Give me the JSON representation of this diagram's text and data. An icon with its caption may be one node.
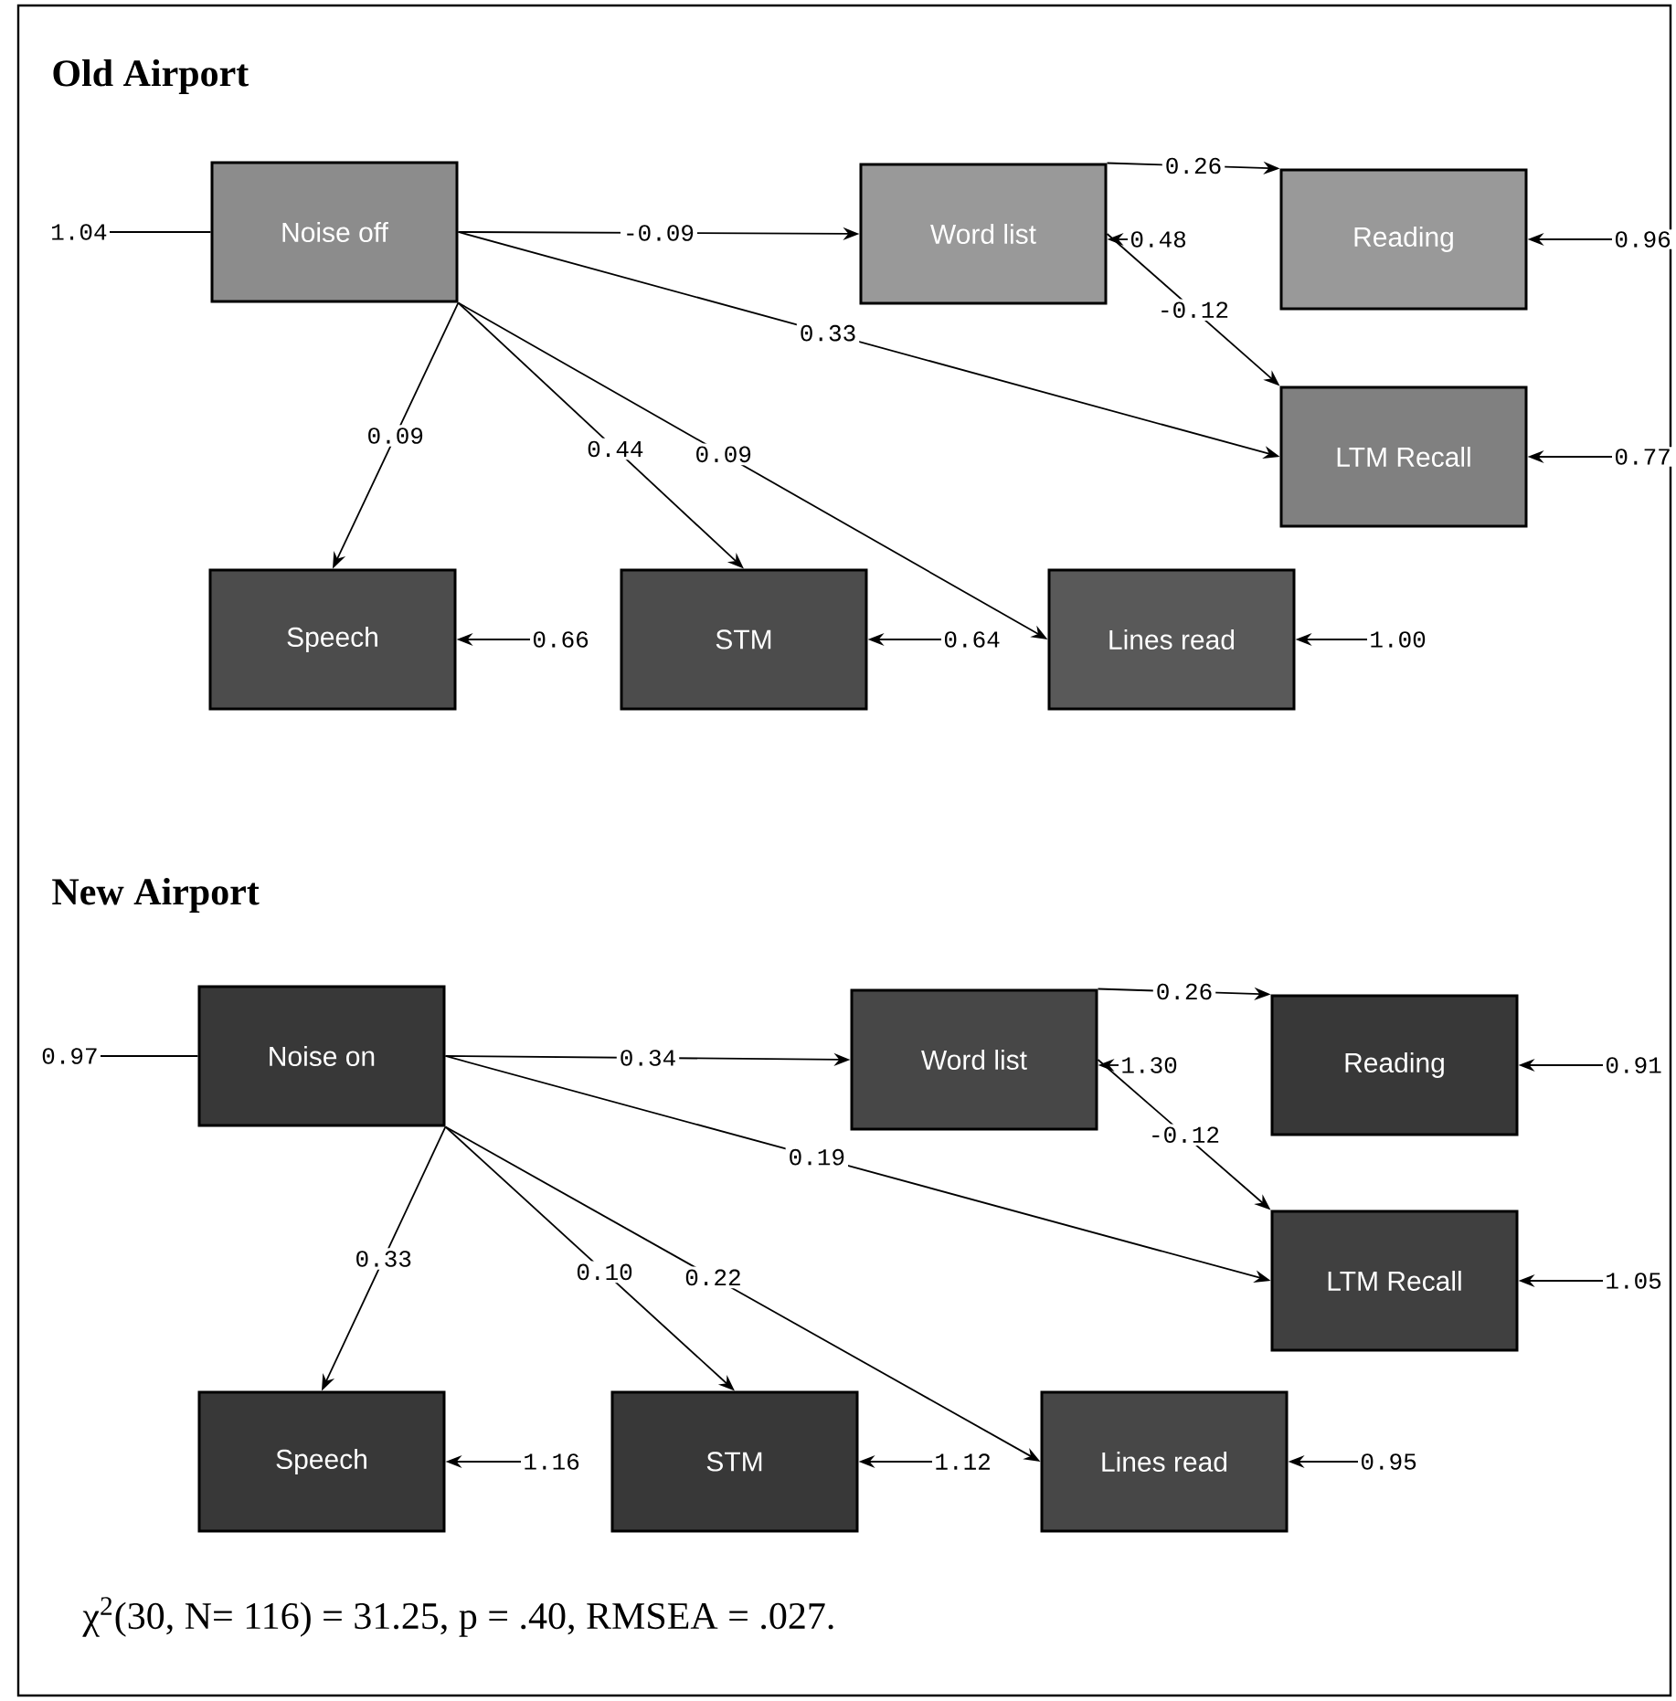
{
  "diagram": {
    "nodes": [
      {
        "text": [
          "Noise off"
        ]
      },
      {
        "text": [
          "Word list"
        ]
      },
      {
        "text": [
          "Reading"
        ]
      },
      {
        "text": [
          "LTM Recall"
        ]
      },
      {
        "text": [
          "Speech"
        ]
      },
      {
        "text": [
          "STM"
        ]
      },
      {
        "text": [
          "Lines read"
        ]
      },
      {
        "text": [
          "Noise on"
        ]
      },
      {
        "text": [
          "Word list"
        ]
      },
      {
        "text": [
          "Reading"
        ]
      },
      {
        "text": [
          "LTM Recall"
        ]
      },
      {
        "text": [
          "Speech"
        ]
      },
      {
        "text": [
          "STM"
        ]
      },
      {
        "text": [
          "Lines read"
        ]
      }
    ],
    "edges": [
      {
        "from": 0,
        "to": 1,
        "arrow": "to",
        "label": "-0.09"
      },
      {
        "from": 1,
        "to": 2,
        "arrow": "to",
        "label": "0.26"
      },
      {
        "from": 1,
        "to": 3,
        "arrow": "to",
        "label": "-0.12"
      },
      {
        "from": 0,
        "to": 3,
        "arrow": "to",
        "label": "0.33"
      },
      {
        "from": 0,
        "to": 4,
        "arrow": "to",
        "label": "0.09"
      },
      {
        "from": 0,
        "to": 5,
        "arrow": "to",
        "label": "0.44"
      },
      {
        "from": 0,
        "to": 6,
        "arrow": "to",
        "label": "0.09"
      },
      {
        "from": null,
        "to": 0,
        "arrow": "none",
        "label": "1.04"
      },
      {
        "from": null,
        "to": 1,
        "arrow": "to",
        "label": "0.48"
      },
      {
        "from": null,
        "to": 2,
        "arrow": "to",
        "label": "0.96"
      },
      {
        "from": null,
        "to": 3,
        "arrow": "to",
        "label": "0.77"
      },
      {
        "from": null,
        "to": 4,
        "arrow": "to",
        "label": "0.66"
      },
      {
        "from": null,
        "to": 5,
        "arrow": "to",
        "label": "0.64"
      },
      {
        "from": null,
        "to": 6,
        "arrow": "to",
        "label": "1.00"
      },
      {
        "from": 7,
        "to": 8,
        "arrow": "to",
        "label": "0.34"
      },
      {
        "from": 8,
        "to": 9,
        "arrow": "to",
        "label": "0.26"
      },
      {
        "from": 8,
        "to": 10,
        "arrow": "to",
        "label": "-0.12"
      },
      {
        "from": 7,
        "to": 10,
        "arrow": "to",
        "label": "0.19"
      },
      {
        "from": 7,
        "to": 11,
        "arrow": "to",
        "label": "0.33"
      },
      {
        "from": 7,
        "to": 12,
        "arrow": "to",
        "label": "0.10"
      },
      {
        "from": 7,
        "to": 13,
        "arrow": "to",
        "label": "0.22"
      },
      {
        "from": null,
        "to": 7,
        "arrow": "none",
        "label": "0.97"
      },
      {
        "from": null,
        "to": 8,
        "arrow": "to",
        "label": "1.30"
      },
      {
        "from": null,
        "to": 9,
        "arrow": "to",
        "label": "0.91"
      },
      {
        "from": null,
        "to": 10,
        "arrow": "to",
        "label": "1.05"
      },
      {
        "from": null,
        "to": 11,
        "arrow": "to",
        "label": "1.16"
      },
      {
        "from": null,
        "to": 12,
        "arrow": "to",
        "label": "1.12"
      },
      {
        "from": null,
        "to": 13,
        "arrow": "to",
        "label": "0.95"
      }
    ],
    "labels": [
      "Old Airport",
      "New Airport",
      "χ$^{2}$(30, N= 116) = 31.25, p = .40, RMSEA = .027."
    ]
  }
}
